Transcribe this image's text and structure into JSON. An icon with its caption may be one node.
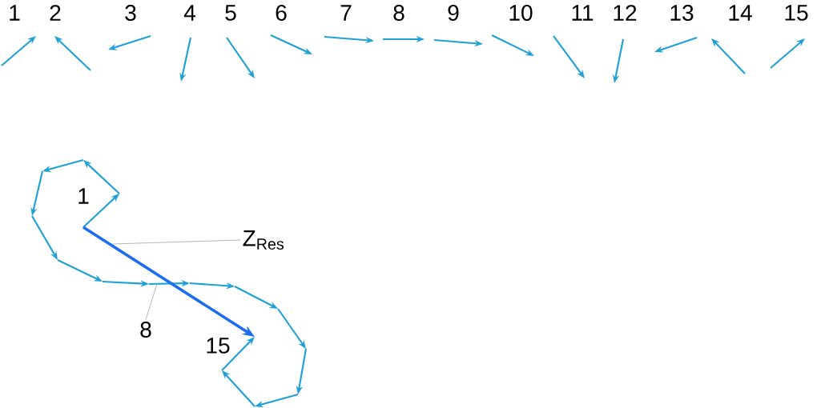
{
  "diagram": {
    "nodes": [
      {
        "text": [
          "Z$_{Res}$"
        ]
      },
      {
        "text": [
          "8"
        ]
      }
    ],
    "edges": [
      {
        "from": 0,
        "to": null,
        "arrow": "none"
      },
      {
        "from": 1,
        "to": null,
        "arrow": "none"
      }
    ],
    "labels": [
      "1",
      "2",
      "3",
      "4",
      "5",
      "6",
      "7",
      "8",
      "9",
      "10",
      "11",
      "12",
      "13",
      "14",
      "15",
      "1",
      "15"
    ]
  }
}
